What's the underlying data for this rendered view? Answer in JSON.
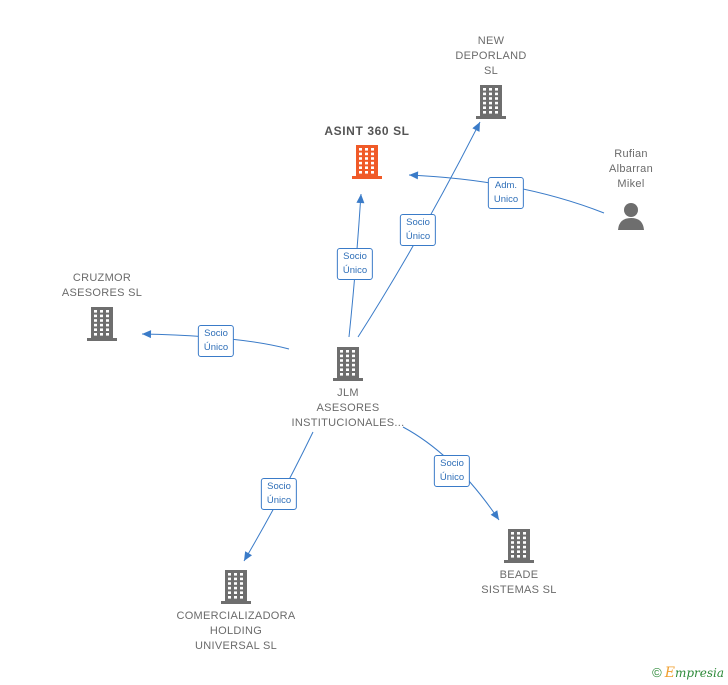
{
  "nodes": [
    {
      "id": "asint",
      "type": "company",
      "highlight": true,
      "label": [
        "ASINT 360  SL"
      ]
    },
    {
      "id": "newdeporland",
      "type": "company",
      "highlight": false,
      "label": [
        "NEW",
        "DEPORLAND",
        "SL"
      ]
    },
    {
      "id": "rufian",
      "type": "person",
      "highlight": false,
      "label": [
        "Rufian",
        "Albarran",
        "Mikel"
      ]
    },
    {
      "id": "cruzmor",
      "type": "company",
      "highlight": false,
      "label": [
        "CRUZMOR",
        "ASESORES  SL"
      ]
    },
    {
      "id": "jlm",
      "type": "company",
      "highlight": false,
      "label": [
        "JLM",
        "ASESORES",
        "INSTITUCIONALES..."
      ]
    },
    {
      "id": "beade",
      "type": "company",
      "highlight": false,
      "label": [
        "BEADE",
        "SISTEMAS  SL"
      ]
    },
    {
      "id": "comercializadora",
      "type": "company",
      "highlight": false,
      "label": [
        "COMERCIALIZADORA",
        "HOLDING",
        "UNIVERSAL  SL"
      ]
    }
  ],
  "edges": [
    {
      "from": "jlm",
      "to": "asint",
      "label": [
        "Socio",
        "Único"
      ]
    },
    {
      "from": "jlm",
      "to": "newdeporland",
      "label": [
        "Socio",
        "Único"
      ]
    },
    {
      "from": "rufian",
      "to": "asint",
      "label": [
        "Adm.",
        "Unico"
      ]
    },
    {
      "from": "jlm",
      "to": "cruzmor",
      "label": [
        "Socio",
        "Único"
      ]
    },
    {
      "from": "jlm",
      "to": "beade",
      "label": [
        "Socio",
        "Único"
      ]
    },
    {
      "from": "jlm",
      "to": "comercializadora",
      "label": [
        "Socio",
        "Único"
      ]
    }
  ],
  "colors": {
    "edge": "#3a7bc8",
    "company": "#6e6e6e",
    "highlight": "#f05a28",
    "person": "#6e6e6e"
  },
  "footer": {
    "copyright": "©",
    "brand_initial": "E",
    "brand_rest": "mpresia"
  }
}
